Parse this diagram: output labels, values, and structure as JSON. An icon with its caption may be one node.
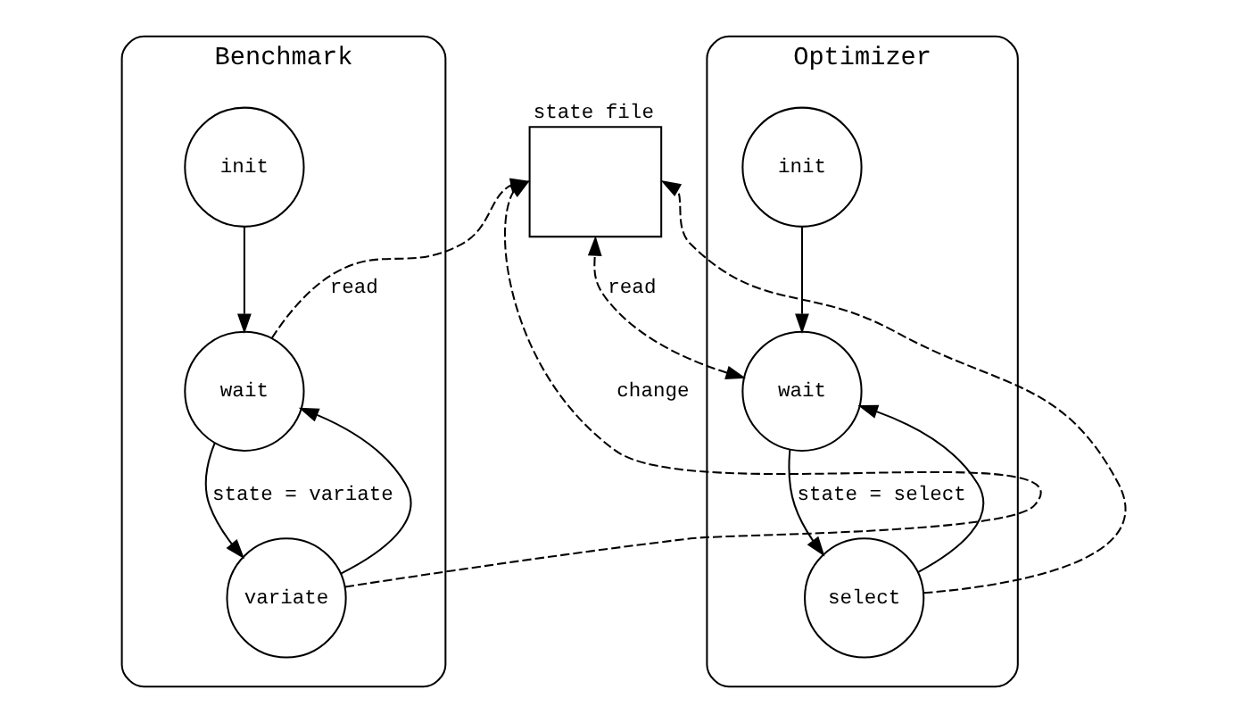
{
  "diagram": {
    "nodes": [
      {
        "text": [
          "Benchmark"
        ]
      },
      {
        "text": [
          "init"
        ],
        "in": 0
      },
      {
        "text": [
          "wait"
        ],
        "in": 0
      },
      {
        "text": [
          "variate"
        ],
        "in": 0
      },
      {
        "text": [
          "state file"
        ]
      },
      {
        "text": [
          "Optimizer"
        ]
      },
      {
        "text": [
          "init"
        ],
        "in": 5
      },
      {
        "text": [
          "wait"
        ],
        "in": 5
      },
      {
        "text": [
          "select"
        ],
        "in": 5
      }
    ],
    "edges": [
      {
        "from": 1,
        "to": 2,
        "arrow": "to"
      },
      {
        "from": 2,
        "to": 3,
        "arrow": "to",
        "label": "state = variate"
      },
      {
        "from": 3,
        "to": 2,
        "arrow": "to"
      },
      {
        "from": 2,
        "to": 4,
        "arrow": "to",
        "label": "read",
        "style": "dashed"
      },
      {
        "from": 3,
        "to": 4,
        "arrow": "to",
        "label": "change",
        "style": "dashed"
      },
      {
        "from": 7,
        "to": 4,
        "arrow": "both",
        "label": "read",
        "style": "dashed"
      },
      {
        "from": 6,
        "to": 7,
        "arrow": "to"
      },
      {
        "from": 7,
        "to": 8,
        "arrow": "to",
        "label": "state = select"
      },
      {
        "from": 8,
        "to": 7,
        "arrow": "to"
      },
      {
        "from": 8,
        "to": 4,
        "arrow": "to",
        "style": "dashed"
      }
    ]
  }
}
